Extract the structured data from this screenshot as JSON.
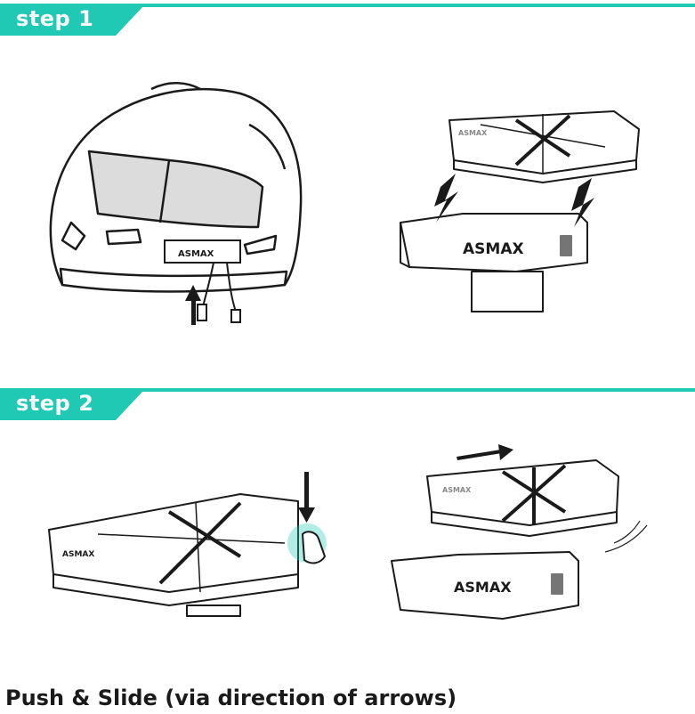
{
  "steps": [
    {
      "label": "step 1"
    },
    {
      "label": "step 2"
    }
  ],
  "brand": "ASMAX",
  "caption": "Push & Slide (via direction of arrows)",
  "colors": {
    "accent": "#1fc9b4",
    "line": "#1a1a1a",
    "visor": "#dcdcdc"
  }
}
